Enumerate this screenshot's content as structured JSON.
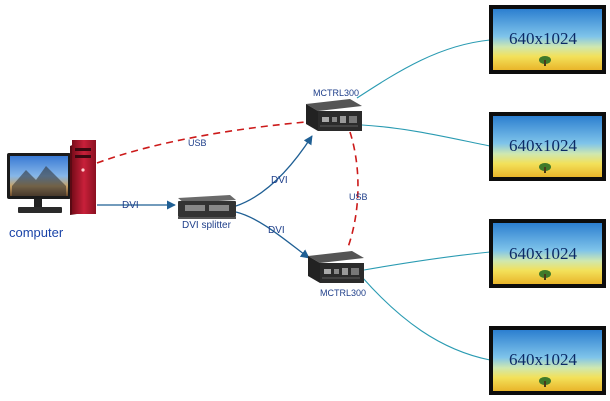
{
  "colors": {
    "cable": "#2a9bb2",
    "usb": "#cc1a1a",
    "dvi_arrow": "#1f5f94",
    "label_text": "#1f3f8a",
    "computer_label": "#1a44a8"
  },
  "icons": {
    "computer": "desktop-computer-icon",
    "splitter": "dvi-splitter-icon",
    "controller": "mctrl300-controller-icon",
    "screen": "led-screen-icon"
  },
  "labels": {
    "computer": "computer",
    "dvi_splitter": "DVI splitter",
    "dvi_main": "DVI",
    "dvi_top": "DVI",
    "dvi_bottom": "DVI",
    "usb_top": "USB",
    "usb_vertical": "USB",
    "mctrl_top": "MCTRL300",
    "mctrl_bottom": "MCTRL300"
  },
  "screens": [
    {
      "resolution": "640x1024"
    },
    {
      "resolution": "640x1024"
    },
    {
      "resolution": "640x1024"
    },
    {
      "resolution": "640x1024"
    }
  ]
}
